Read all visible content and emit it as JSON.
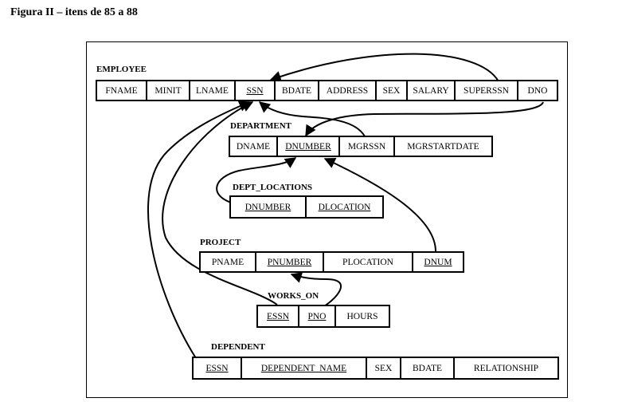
{
  "figure_title": "Figura II – itens de 85 a 88",
  "tables": {
    "employee": {
      "name": "EMPLOYEE",
      "cols": [
        {
          "label": "FNAME",
          "key": false
        },
        {
          "label": "MINIT",
          "key": false
        },
        {
          "label": "LNAME",
          "key": false
        },
        {
          "label": "SSN",
          "key": true
        },
        {
          "label": "BDATE",
          "key": false
        },
        {
          "label": "ADDRESS",
          "key": false
        },
        {
          "label": "SEX",
          "key": false
        },
        {
          "label": "SALARY",
          "key": false
        },
        {
          "label": "SUPERSSN",
          "key": false
        },
        {
          "label": "DNO",
          "key": false
        }
      ]
    },
    "department": {
      "name": "DEPARTMENT",
      "cols": [
        {
          "label": "DNAME",
          "key": false
        },
        {
          "label": "DNUMBER",
          "key": true
        },
        {
          "label": "MGRSSN",
          "key": false
        },
        {
          "label": "MGRSTARTDATE",
          "key": false
        }
      ]
    },
    "dept_locations": {
      "name": "DEPT_LOCATIONS",
      "cols": [
        {
          "label": "DNUMBER",
          "key": true
        },
        {
          "label": "DLOCATION",
          "key": true
        }
      ]
    },
    "project": {
      "name": "PROJECT",
      "cols": [
        {
          "label": "PNAME",
          "key": false
        },
        {
          "label": "PNUMBER",
          "key": true
        },
        {
          "label": "PLOCATION",
          "key": false
        },
        {
          "label": "DNUM",
          "key": true
        }
      ]
    },
    "works_on": {
      "name": "WORKS_ON",
      "cols": [
        {
          "label": "ESSN",
          "key": true
        },
        {
          "label": "PNO",
          "key": true
        },
        {
          "label": "HOURS",
          "key": false
        }
      ]
    },
    "dependent": {
      "name": "DEPENDENT",
      "cols": [
        {
          "label": "ESSN",
          "key": true
        },
        {
          "label": "DEPENDENT_NAME",
          "key": true
        },
        {
          "label": "SEX",
          "key": false
        },
        {
          "label": "BDATE",
          "key": false
        },
        {
          "label": "RELATIONSHIP",
          "key": false
        }
      ]
    }
  }
}
